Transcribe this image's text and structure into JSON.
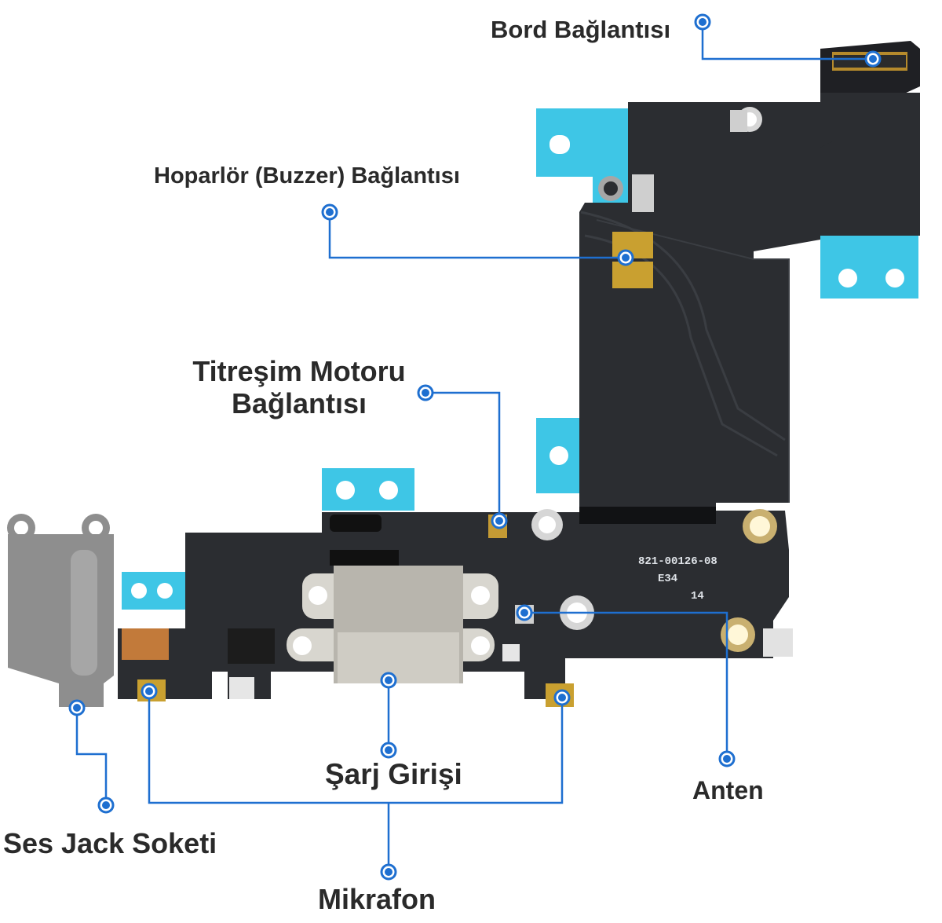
{
  "labels": {
    "board_connector": "Bord Bağlantısı",
    "speaker_connector": "Hoparlör (Buzzer) Bağlantısı",
    "vibration_line1": "Titreşim Motoru",
    "vibration_line2": "Bağlantısı",
    "charging_port": "Şarj Girişi",
    "antenna": "Anten",
    "headphone_jack": "Ses Jack Soketi",
    "microphone": "Mikrafon"
  },
  "pcb_markings": {
    "part_number": "821-00126-08",
    "code1": "E34",
    "code2": "14"
  },
  "colors": {
    "callout": "#1e6fd0",
    "flex_cable": "#2b2d31",
    "adhesive": "#3ec6e6",
    "gold": "#c9a030",
    "jack_gray": "#8e8e8e",
    "label_text": "#2a2a2a"
  }
}
